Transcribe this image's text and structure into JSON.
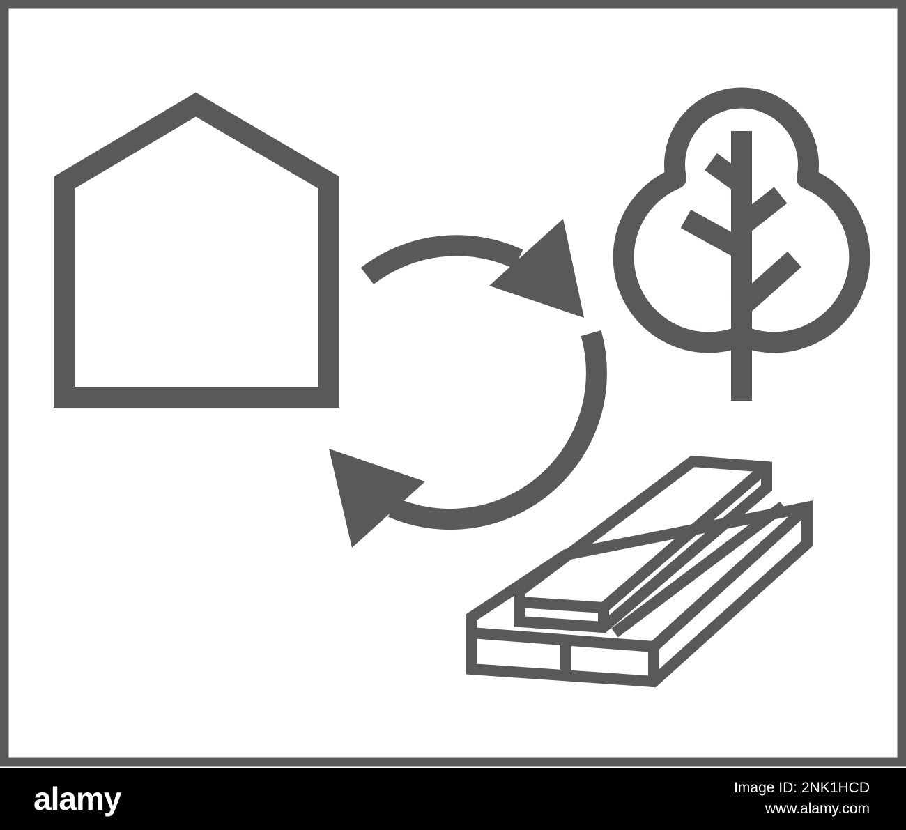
{
  "artwork": {
    "colors": {
      "stroke": "#58595b",
      "background": "#ffffff",
      "frame": "#58595b"
    },
    "icons": [
      "house-icon",
      "recycle-arrows-icon",
      "tree-icon",
      "lumber-planks-icon"
    ]
  },
  "stock_bar": {
    "logo": "alamy",
    "image_id": "Image ID: 2NK1HCD",
    "site": "www.alamy.com",
    "background": "#000000"
  }
}
